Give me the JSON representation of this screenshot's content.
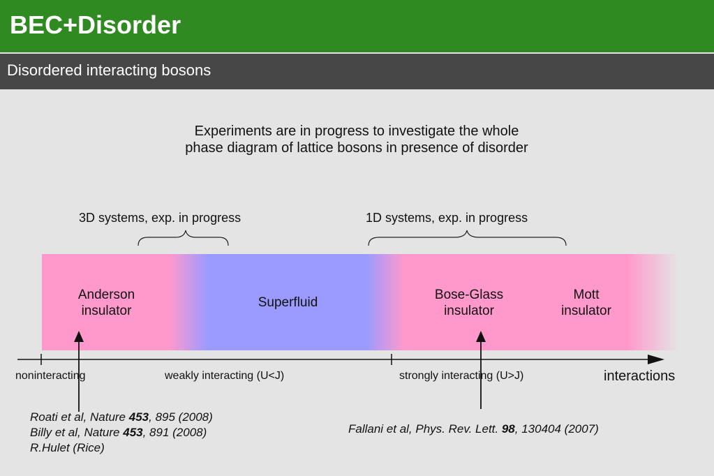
{
  "header": {
    "title": "BEC+Disorder"
  },
  "subheader": {
    "title": "Disordered interacting bosons"
  },
  "intro": {
    "line1": "Experiments are in progress to investigate the whole",
    "line2": "phase diagram of lattice bosons in presence of disorder"
  },
  "groups": {
    "left": "3D systems, exp. in progress",
    "right": "1D systems, exp. in progress"
  },
  "phases": {
    "anderson": {
      "line1": "Anderson",
      "line2": "insulator"
    },
    "superfluid": "Superfluid",
    "boseglass": {
      "line1": "Bose-Glass",
      "line2": "insulator"
    },
    "mott": {
      "line1": "Mott",
      "line2": "insulator"
    }
  },
  "axis": {
    "noninteracting": "noninteracting",
    "weakly": "weakly interacting (U<J)",
    "strongly": "strongly interacting (U>J)",
    "interactions": "interactions"
  },
  "references": {
    "left": [
      {
        "pre": "Roati et al, Nature ",
        "vol": "453",
        "post": ", 895 (2008)"
      },
      {
        "pre": "Billy et al, Nature  ",
        "vol": "453",
        "post": ", 891 (2008)"
      },
      {
        "pre": "R.Hulet  (Rice)",
        "vol": "",
        "post": ""
      }
    ],
    "right": {
      "pre": "Fallani et al, Phys. Rev. Lett. ",
      "vol": "98",
      "post": ", 130404 (2007)"
    }
  },
  "colors": {
    "title_bar": "#2f8a21",
    "subtitle_bar": "#474747",
    "insulator_pink": "#ff99cc",
    "superfluid_blue": "#9b9bff",
    "background": "#e4e4e4"
  }
}
